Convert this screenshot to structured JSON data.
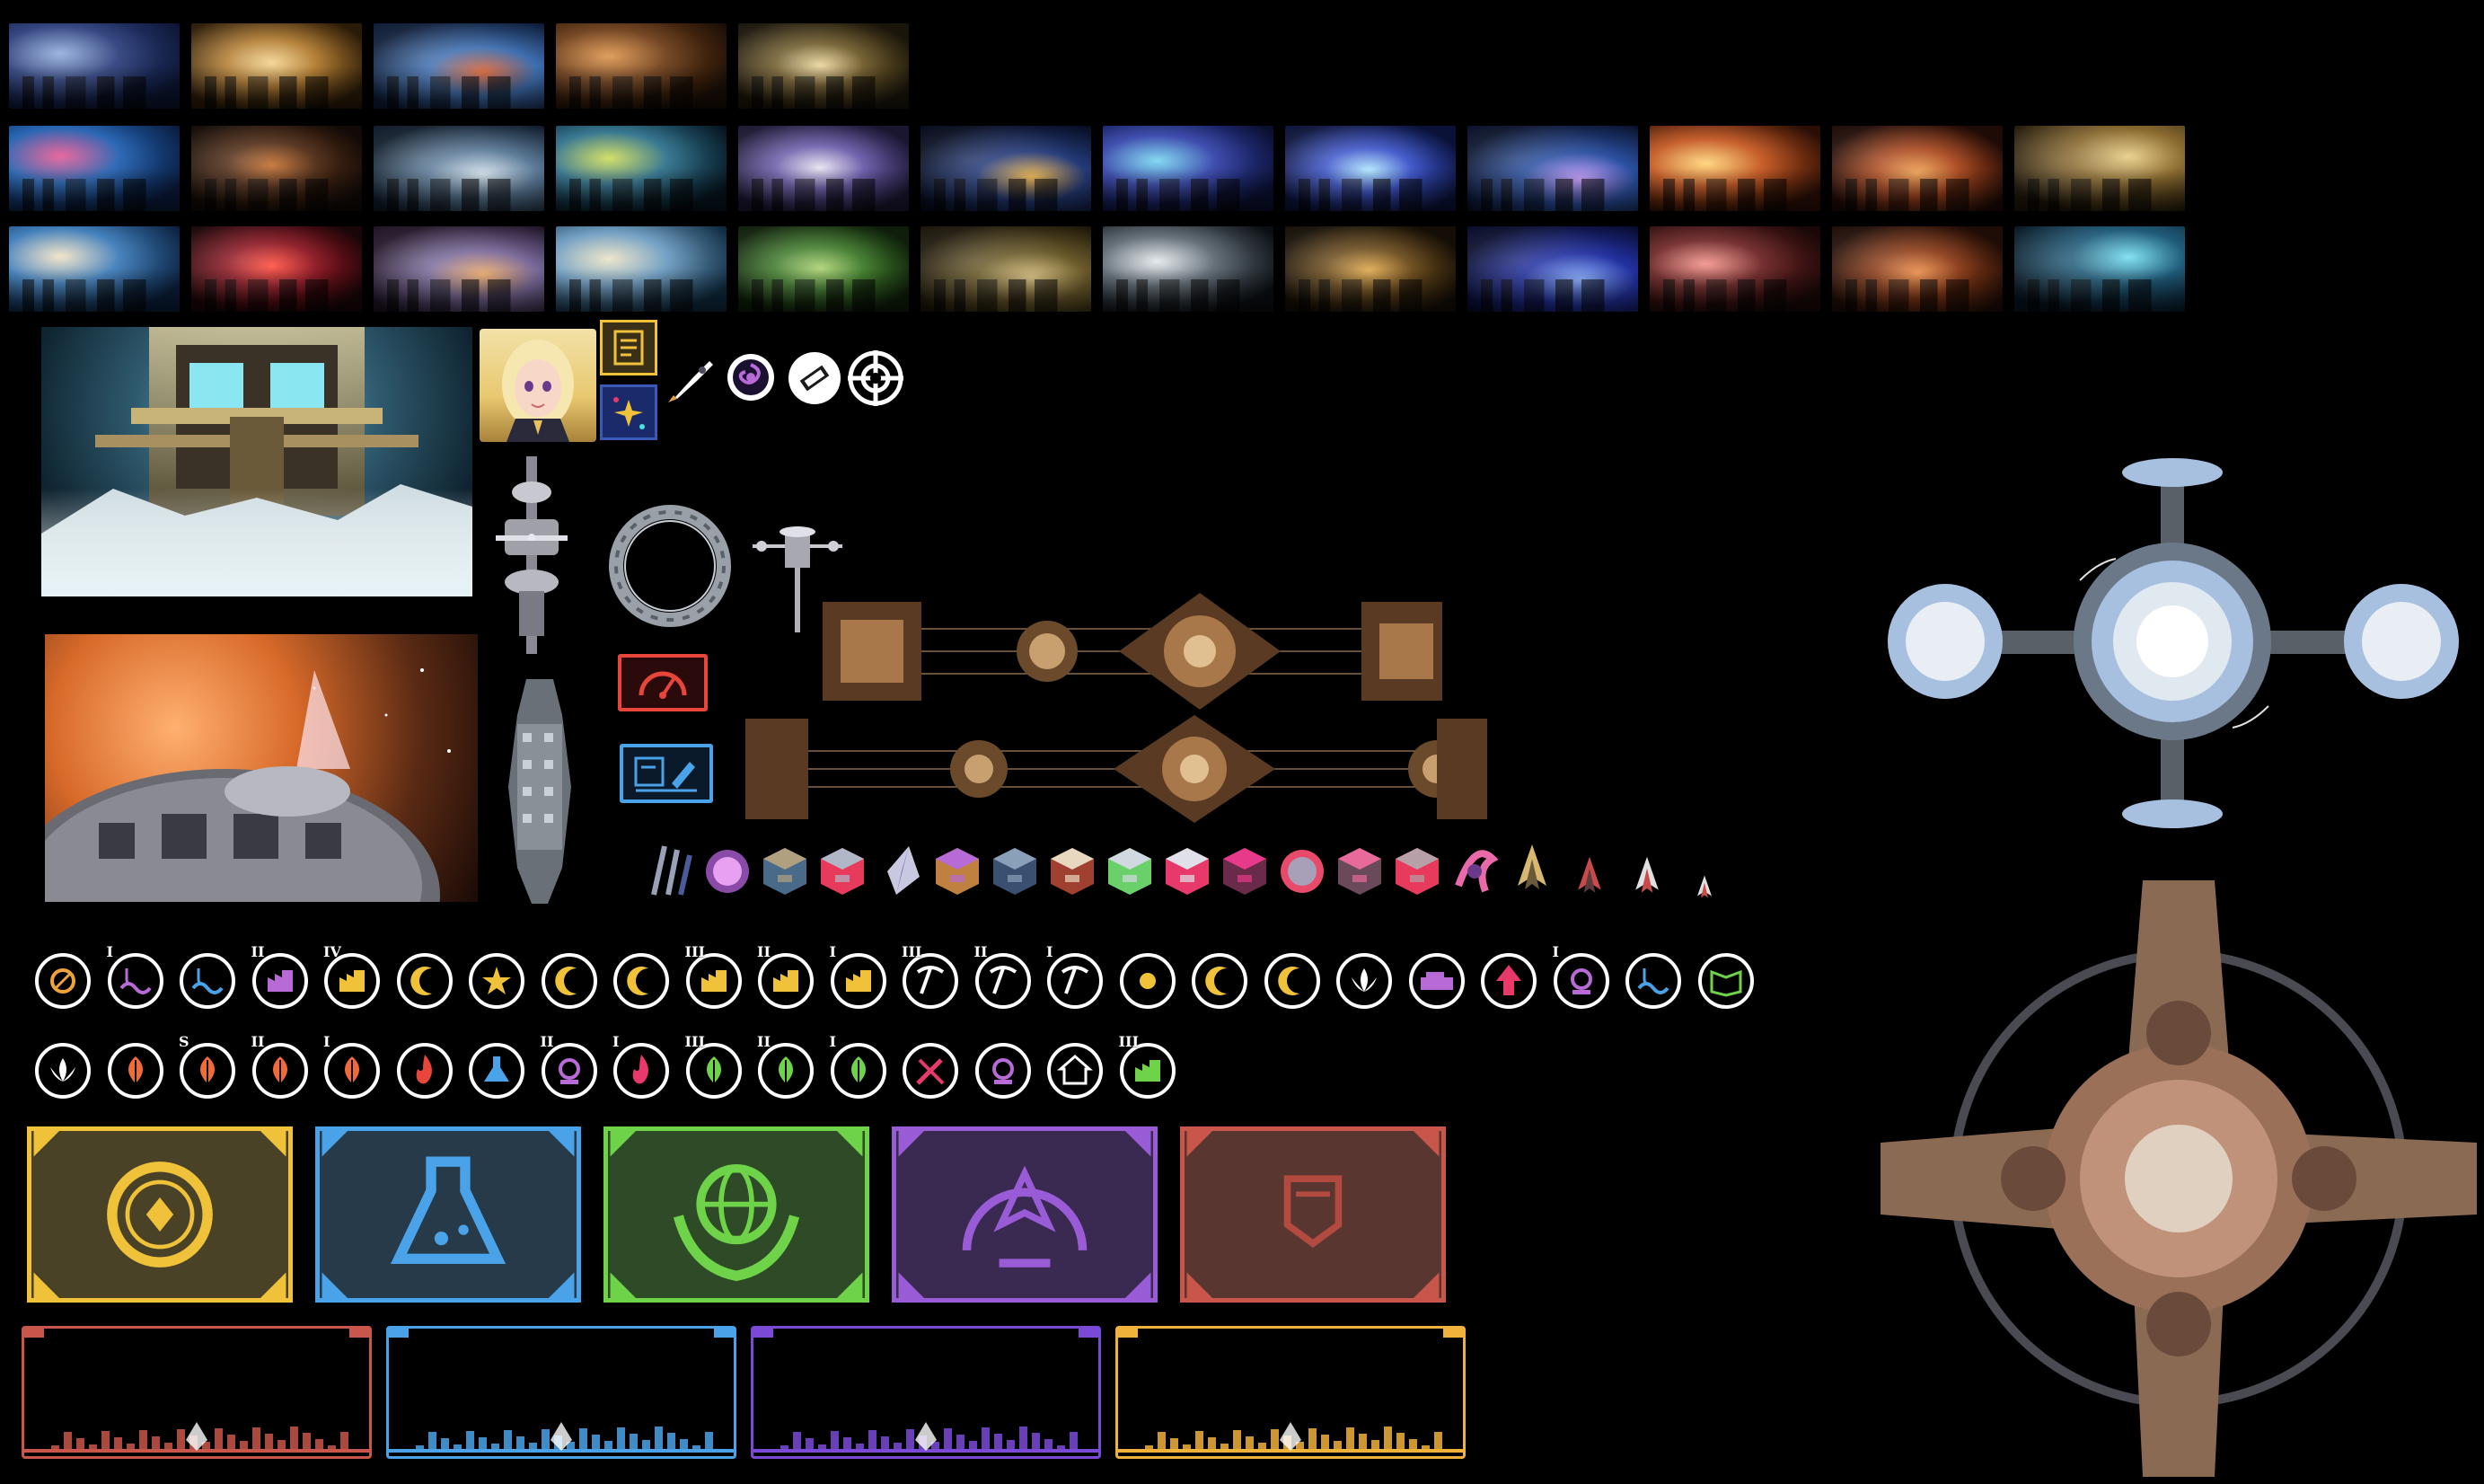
{
  "atlas": {
    "background": "#000000",
    "accent_colors": {
      "economy": "#f0c23a",
      "science": "#4aa3e8",
      "ecology": "#6fd34a",
      "mystic": "#9a5bd6",
      "military": "#c9564a"
    }
  },
  "thumbnails_row1": [
    {
      "theme": "portal-ring",
      "colors": [
        "#0b1430",
        "#2a3d7a",
        "#8aa6d8"
      ]
    },
    {
      "theme": "golden-reactor",
      "colors": [
        "#2a1a08",
        "#b07a2e",
        "#f3d28c"
      ]
    },
    {
      "theme": "blue-industrial",
      "colors": [
        "#0c1a34",
        "#3f6fb0",
        "#e06a3a"
      ]
    },
    {
      "theme": "orange-hangar",
      "colors": [
        "#1a0e06",
        "#6b3b16",
        "#d98a3c"
      ]
    },
    {
      "theme": "gold-cathedral",
      "colors": [
        "#1a150a",
        "#6e5a2a",
        "#e9d49a"
      ]
    }
  ],
  "thumbnails_row2": [
    {
      "theme": "neon-plaza",
      "colors": [
        "#0a1a3a",
        "#1f5fb0",
        "#e34a8a"
      ]
    },
    {
      "theme": "dark-machinery",
      "colors": [
        "#120a06",
        "#4e2a14",
        "#c06a2a"
      ]
    },
    {
      "theme": "frozen-vehicle",
      "colors": [
        "#0e1a28",
        "#5c7b98",
        "#d6e4ee"
      ]
    },
    {
      "theme": "green-cargo-ship",
      "colors": [
        "#06141e",
        "#2b6f8a",
        "#c8d84a"
      ]
    },
    {
      "theme": "purple-nebula-ship",
      "colors": [
        "#1a1630",
        "#6a5aa8",
        "#e6e0f0"
      ]
    },
    {
      "theme": "night-spaceport",
      "colors": [
        "#050a1c",
        "#243a78",
        "#f0b850"
      ]
    },
    {
      "theme": "cyber-hall",
      "colors": [
        "#0a0f30",
        "#3040a8",
        "#6ad0f0"
      ]
    },
    {
      "theme": "blue-light-beam",
      "colors": [
        "#0a1238",
        "#3a52c8",
        "#aee6ff"
      ]
    },
    {
      "theme": "holo-console",
      "colors": [
        "#081028",
        "#2a4fa0",
        "#c9a0ff"
      ]
    },
    {
      "theme": "sunset-refinery",
      "colors": [
        "#2a0e06",
        "#c2521a",
        "#ffcf6a"
      ]
    },
    {
      "theme": "red-planet-dome",
      "colors": [
        "#1e0a06",
        "#a8461c",
        "#f0a050"
      ]
    },
    {
      "theme": "desert-outpost",
      "colors": [
        "#1e1608",
        "#8a6a30",
        "#e8cf8a"
      ]
    }
  ],
  "thumbnails_row3": [
    {
      "theme": "ocean-city",
      "colors": [
        "#0a1e3a",
        "#3a7ab8",
        "#f0e0c0"
      ]
    },
    {
      "theme": "red-orb-chamber",
      "colors": [
        "#1a0608",
        "#8a1420",
        "#ff4a3a"
      ]
    },
    {
      "theme": "sunset-harbor",
      "colors": [
        "#1e1224",
        "#7a6a9a",
        "#f0b070"
      ]
    },
    {
      "theme": "farm-tower",
      "colors": [
        "#0e2a3e",
        "#6a9ac0",
        "#e8e0c0"
      ]
    },
    {
      "theme": "green-fields",
      "colors": [
        "#0e1e0a",
        "#3e7a2a",
        "#a8d070"
      ]
    },
    {
      "theme": "amber-interior",
      "colors": [
        "#1a1408",
        "#6a5a2a",
        "#d8c080"
      ]
    },
    {
      "theme": "white-factory",
      "colors": [
        "#0a0e12",
        "#5a6670",
        "#e0e6ea"
      ]
    },
    {
      "theme": "gold-factory",
      "colors": [
        "#140e06",
        "#6a4a1a",
        "#e0a84a"
      ]
    },
    {
      "theme": "blue-neon-towers",
      "colors": [
        "#060a28",
        "#2230a0",
        "#8ab0ff"
      ]
    },
    {
      "theme": "red-laboratory",
      "colors": [
        "#1a0808",
        "#6a2020",
        "#f08a80"
      ]
    },
    {
      "theme": "orange-plant",
      "colors": [
        "#1e0c06",
        "#8a3a16",
        "#f0904a"
      ]
    },
    {
      "theme": "teal-control-room",
      "colors": [
        "#061420",
        "#1f5a78",
        "#7ae0f0"
      ]
    }
  ],
  "ring_icons_row1": [
    {
      "numeral": "",
      "icon": "target-coin-icon",
      "color": "#f0a33a"
    },
    {
      "numeral": "I",
      "icon": "hook-gem-icon",
      "color": "#b86ad6"
    },
    {
      "numeral": "",
      "icon": "hook-wave-icon",
      "color": "#4aa3e8"
    },
    {
      "numeral": "II",
      "icon": "factory-gem-icon",
      "color": "#b86ad6"
    },
    {
      "numeral": "IV",
      "icon": "factory-gold-icon",
      "color": "#f0c23a"
    },
    {
      "numeral": "",
      "icon": "crescent-icon",
      "color": "#f0c23a"
    },
    {
      "numeral": "",
      "icon": "star-ring-icon",
      "color": "#f0c23a"
    },
    {
      "numeral": "",
      "icon": "crescent-plus-icon",
      "color": "#f0c23a"
    },
    {
      "numeral": "",
      "icon": "crescent-icon",
      "color": "#f0c23a"
    },
    {
      "numeral": "III",
      "icon": "factory-icon",
      "color": "#f0c23a"
    },
    {
      "numeral": "II",
      "icon": "factory-icon",
      "color": "#f0c23a"
    },
    {
      "numeral": "I",
      "icon": "factory-icon",
      "color": "#f0c23a"
    },
    {
      "numeral": "III",
      "icon": "pickaxe-icon",
      "color": "#ffffff"
    },
    {
      "numeral": "II",
      "icon": "pickaxe-icon",
      "color": "#ffffff"
    },
    {
      "numeral": "I",
      "icon": "pickaxe-icon",
      "color": "#ffffff"
    },
    {
      "numeral": "",
      "icon": "heart-gem-icon",
      "color": "#f0c23a"
    },
    {
      "numeral": "",
      "icon": "crescent-gem-icon",
      "color": "#f0c23a"
    },
    {
      "numeral": "",
      "icon": "crescent-heart-icon",
      "color": "#f0c23a"
    },
    {
      "numeral": "",
      "icon": "lotus-icon",
      "color": "#ffffff"
    },
    {
      "numeral": "",
      "icon": "cargo-ship-icon",
      "color": "#b86ad6"
    },
    {
      "numeral": "",
      "icon": "arrow-up-icon",
      "color": "#e83a6a"
    },
    {
      "numeral": "I",
      "icon": "orb-pedestal-icon",
      "color": "#b86ad6"
    },
    {
      "numeral": "",
      "icon": "wave-hook-icon",
      "color": "#4aa3e8"
    },
    {
      "numeral": "",
      "icon": "open-book-icon",
      "color": "#6fd34a"
    }
  ],
  "ring_icons_row2": [
    {
      "numeral": "",
      "icon": "lotus-plus-icon",
      "color": "#ffffff"
    },
    {
      "numeral": "",
      "icon": "flame-leaf-icon",
      "color": "#f06a3a"
    },
    {
      "numeral": "S",
      "icon": "flame-leaf-icon",
      "color": "#f06a3a"
    },
    {
      "numeral": "II",
      "icon": "flame-leaf-icon",
      "color": "#f06a3a"
    },
    {
      "numeral": "I",
      "icon": "flame-leaf-icon",
      "color": "#f06a3a"
    },
    {
      "numeral": "",
      "icon": "snake-icon",
      "color": "#e8463a"
    },
    {
      "numeral": "",
      "icon": "flask-icon",
      "color": "#4aa3e8"
    },
    {
      "numeral": "II",
      "icon": "orb-ring-icon",
      "color": "#b86ad6"
    },
    {
      "numeral": "I",
      "icon": "flame-icon",
      "color": "#e83a6a"
    },
    {
      "numeral": "III",
      "icon": "leaf-icon",
      "color": "#6fd34a"
    },
    {
      "numeral": "II",
      "icon": "leaf-icon",
      "color": "#6fd34a"
    },
    {
      "numeral": "I",
      "icon": "leaf-icon",
      "color": "#6fd34a"
    },
    {
      "numeral": "",
      "icon": "tools-icon",
      "color": "#e83a6a"
    },
    {
      "numeral": "",
      "icon": "vortex-icon",
      "color": "#b86ad6"
    },
    {
      "numeral": "",
      "icon": "house-icon",
      "color": "#ffffff"
    },
    {
      "numeral": "III",
      "icon": "factory-gem-icon",
      "color": "#6fd34a"
    }
  ],
  "category_cards": [
    {
      "name": "economy",
      "icon": "coin-icon",
      "bg": "#4a4226",
      "border": "#f0c23a",
      "fg": "#f0c23a"
    },
    {
      "name": "science",
      "icon": "flask-icon",
      "bg": "#263a4a",
      "border": "#4aa3e8",
      "fg": "#4aa3e8"
    },
    {
      "name": "ecology",
      "icon": "globe-hands-icon",
      "bg": "#2e4a26",
      "border": "#6fd34a",
      "fg": "#6fd34a"
    },
    {
      "name": "mystic",
      "icon": "sigil-icon",
      "bg": "#3a2a52",
      "border": "#9a5bd6",
      "fg": "#9a5bd6"
    },
    {
      "name": "military",
      "icon": "shield-icon",
      "bg": "#5a3630",
      "border": "#c9564a",
      "fg": "#b24a40"
    }
  ],
  "frame_panels": [
    {
      "name": "red-frame",
      "color": "#c9564a"
    },
    {
      "name": "blue-frame",
      "color": "#4aa3e8"
    },
    {
      "name": "purple-frame",
      "color": "#7a4ad6"
    },
    {
      "name": "gold-frame",
      "color": "#f0b23a"
    }
  ],
  "small_icons": [
    {
      "name": "manual-icon",
      "color": "#f0c23a"
    },
    {
      "name": "blue-map-icon",
      "color": "#3a5ab8"
    },
    {
      "name": "rocket-icon",
      "color": "#ffffff"
    },
    {
      "name": "vortex-badge-icon",
      "color": "#b86ad6"
    },
    {
      "name": "satellite-badge-icon",
      "color": "#ffffff"
    },
    {
      "name": "crosshair-badge-icon",
      "color": "#ffffff"
    }
  ],
  "panel_icons": [
    {
      "name": "gauge-panel-icon",
      "color": "#e8463a"
    },
    {
      "name": "blueprint-panel-icon",
      "color": "#4aa3e8"
    }
  ],
  "item_icons": [
    {
      "name": "missiles-icon",
      "colors": [
        "#9aa0b8",
        "#4a5a9a"
      ]
    },
    {
      "name": "pink-orb-icon",
      "colors": [
        "#e8a0f0",
        "#8a4aa8"
      ]
    },
    {
      "name": "cargo-module-icon",
      "colors": [
        "#b0a080",
        "#4a6a8a"
      ]
    },
    {
      "name": "crate-stack-icon",
      "colors": [
        "#b0b8c8",
        "#e83a5a"
      ]
    },
    {
      "name": "shard-icon",
      "colors": [
        "#c8c8e0",
        "#6a5aa8"
      ]
    },
    {
      "name": "drill-icon",
      "colors": [
        "#b86ad6",
        "#c08040"
      ]
    },
    {
      "name": "supply-box-icon",
      "colors": [
        "#8aa0b8",
        "#3a5070"
      ]
    },
    {
      "name": "paper-stack-icon",
      "colors": [
        "#e8d8c0",
        "#a04030"
      ]
    },
    {
      "name": "container-icon",
      "colors": [
        "#d0d8e0",
        "#6ad06a"
      ]
    },
    {
      "name": "canister-icon",
      "colors": [
        "#e0e0e8",
        "#e83a6a"
      ]
    },
    {
      "name": "reactor-core-icon",
      "colors": [
        "#e83a8a",
        "#6a2a4a"
      ]
    },
    {
      "name": "sphere-mine-icon",
      "colors": [
        "#a8a0b8",
        "#e84a6a"
      ]
    },
    {
      "name": "pink-crate-icon",
      "colors": [
        "#e86a9a",
        "#6a4a5a"
      ]
    },
    {
      "name": "mech-module-icon",
      "colors": [
        "#b8a0a8",
        "#e83a5a"
      ]
    },
    {
      "name": "swirl-icon",
      "colors": [
        "#e86aa8",
        "#6a3a8a"
      ]
    },
    {
      "name": "gold-ship-icon",
      "colors": [
        "#d8b870",
        "#6a5a3a"
      ]
    },
    {
      "name": "red-fighter-icon",
      "colors": [
        "#c84a4a",
        "#5a3a3a"
      ]
    },
    {
      "name": "small-fighter-icon",
      "colors": [
        "#e0e0e0",
        "#c84a4a"
      ]
    },
    {
      "name": "tiny-fighter-icon",
      "colors": [
        "#e0e0e0",
        "#c84a4a"
      ]
    }
  ]
}
